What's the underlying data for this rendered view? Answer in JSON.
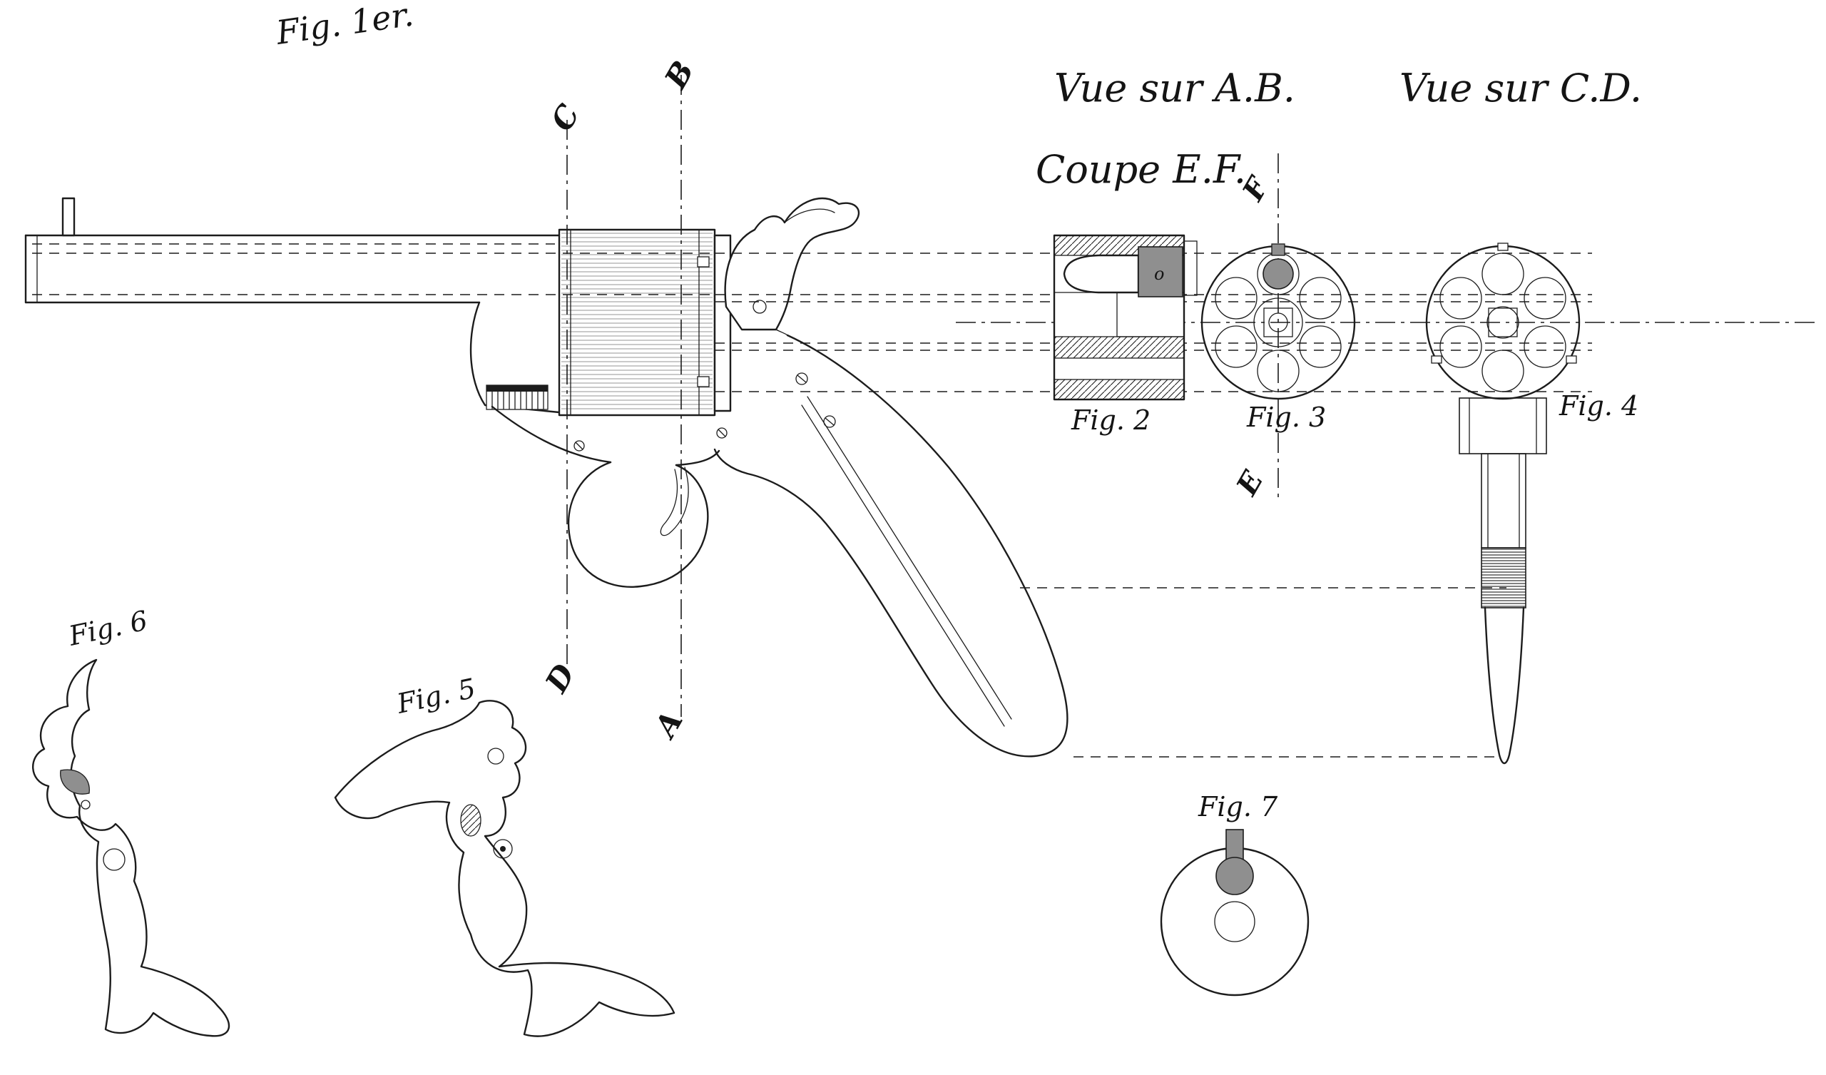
{
  "sheet": {
    "title": "Revolver patent drawing sheet"
  },
  "labels": {
    "fig1": "Fig. 1er.",
    "fig2": "Fig. 2",
    "fig3": "Fig. 3",
    "fig4": "Fig. 4",
    "fig5": "Fig. 5",
    "fig6": "Fig. 6",
    "fig7": "Fig. 7",
    "vue_ab": "Vue sur A.B.",
    "coupe_ef": "Coupe E.F.",
    "vue_cd": "Vue sur C.D.",
    "fig2_mark": "o"
  },
  "sections": {
    "a": "A",
    "b": "B",
    "c": "C",
    "d": "D",
    "e": "E",
    "f": "F"
  },
  "colors": {
    "ink": "#1c1c1c",
    "paper": "#ffffff",
    "metal_gray": "#8f8f8f"
  }
}
